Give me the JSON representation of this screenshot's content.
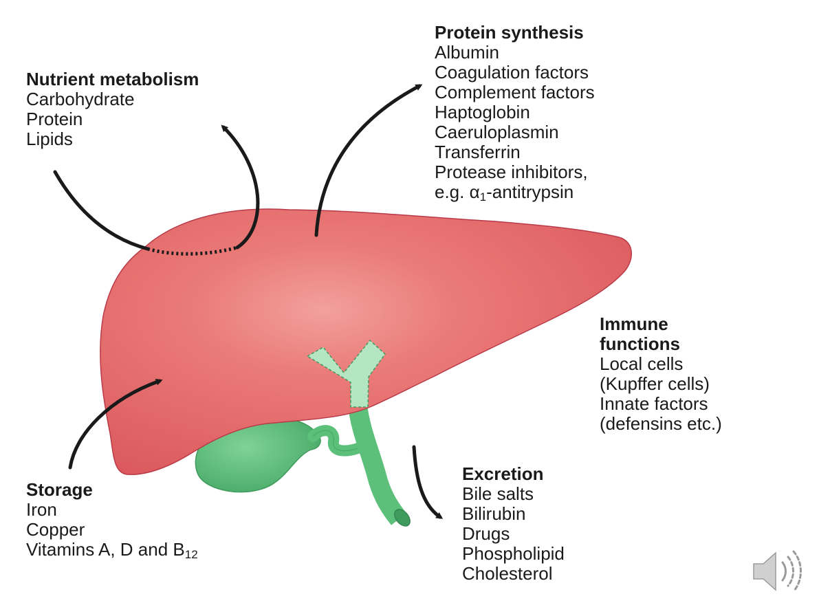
{
  "nutrient": {
    "heading": "Nutrient metabolism",
    "items": [
      "Carbohydrate",
      "Protein",
      "Lipids"
    ]
  },
  "protein": {
    "heading": "Protein synthesis",
    "items": [
      "Albumin",
      "Coagulation factors",
      "Complement factors",
      "Haptoglobin",
      "Caeruloplasmin",
      "Transferrin",
      "Protease inhibitors,"
    ],
    "last_prefix": "e.g. α",
    "last_sub": "1",
    "last_suffix": "-antitrypsin"
  },
  "immune": {
    "heading_1": "Immune",
    "heading_2": "functions",
    "items": [
      "Local cells",
      "(Kupffer cells)",
      "Innate factors",
      "(defensins etc.)"
    ]
  },
  "excretion": {
    "heading": "Excretion",
    "items": [
      "Bile salts",
      "Bilirubin",
      "Drugs",
      "Phospholipid",
      "Cholesterol"
    ]
  },
  "storage": {
    "heading": "Storage",
    "items": [
      "Iron",
      "Copper"
    ],
    "last_prefix": "Vitamins A, D and B",
    "last_sub": "12"
  },
  "colors": {
    "liver_fill": "#e8696a",
    "liver_outline": "#b83a48",
    "gallbladder_fill": "#5cc07a",
    "duct_light": "#b5e6c4",
    "arrow": "#1a1a1a"
  },
  "icons": {
    "speaker": "speaker-icon"
  }
}
